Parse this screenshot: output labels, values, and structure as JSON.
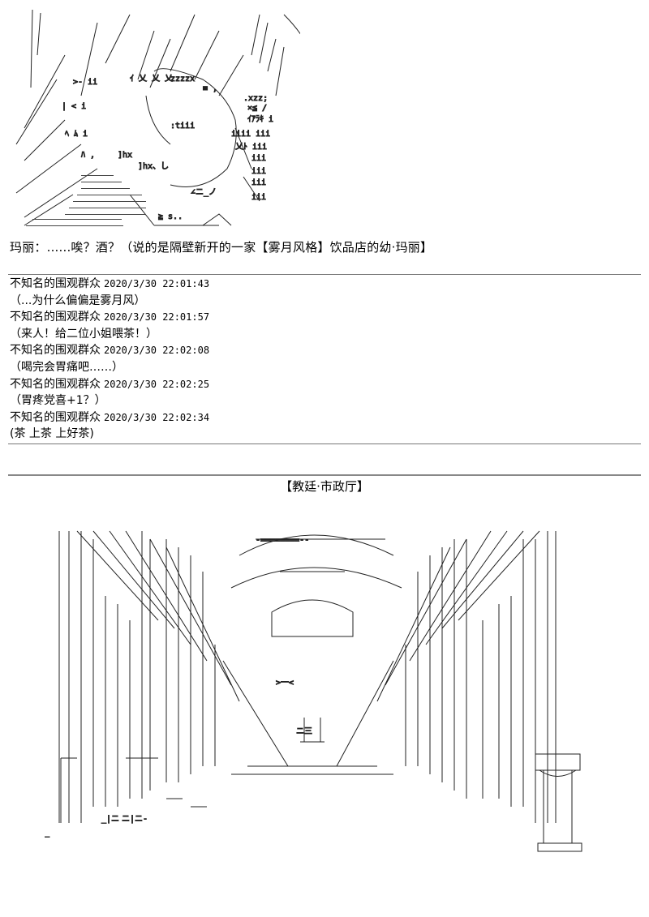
{
  "top_art": {
    "name": "character-ascii-art"
  },
  "caption": "玛丽：......唉？酒？（说的是隔壁新开的一家【雾月风格】饮品店的幼·玛丽】",
  "comments": [
    {
      "user": "不知名的围观群众",
      "time": "2020/3/30 22:01:43",
      "text": "（...为什么偏偏是雾月风）"
    },
    {
      "user": "不知名的围观群众",
      "time": "2020/3/30 22:01:57",
      "text": "（来人！给二位小姐喂茶！）"
    },
    {
      "user": "不知名的围观群众",
      "time": "2020/3/30 22:02:08",
      "text": "（喝完会胃痛吧……）"
    },
    {
      "user": "不知名的围观群众",
      "time": "2020/3/30 22:02:25",
      "text": "（胃疼党喜+1？）"
    },
    {
      "user": "不知名的围观群众",
      "time": "2020/3/30 22:02:34",
      "text": "(茶 上茶 上好茶)"
    }
  ],
  "section_title": "【教廷·市政厅】",
  "hall_art": {
    "name": "hall-ascii-art"
  }
}
